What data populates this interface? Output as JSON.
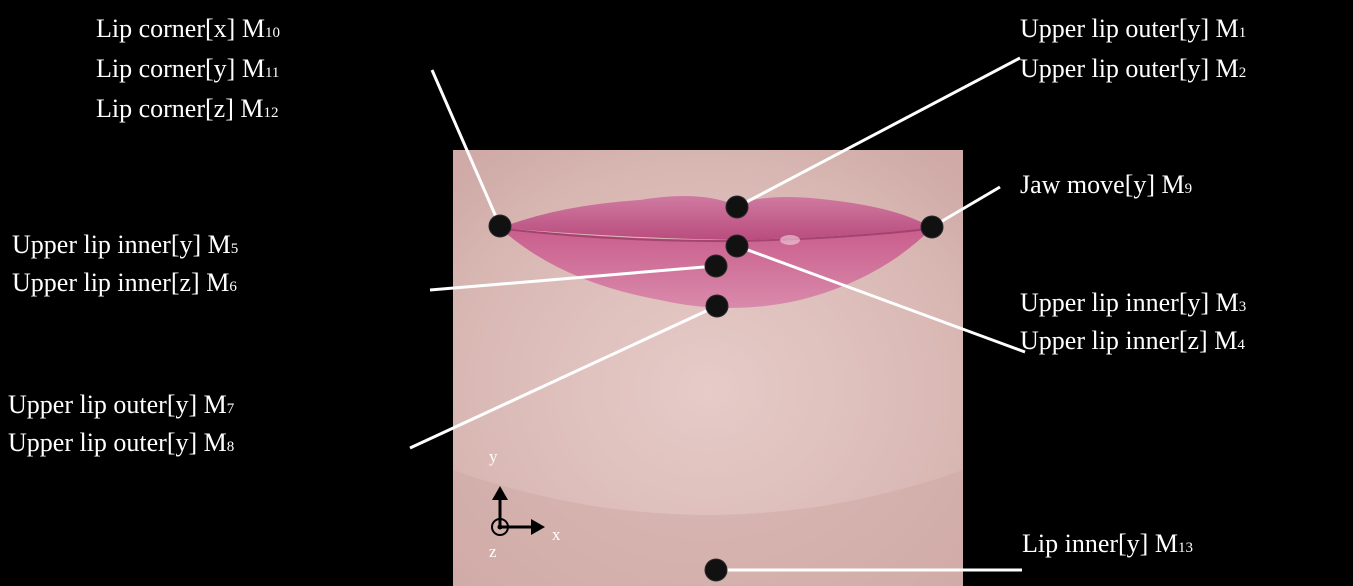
{
  "colors": {
    "background": "#000000",
    "label_text": "#ffffff",
    "marker": "#111111",
    "leader_line": "#ffffff",
    "skin": "#dbbab7",
    "lip": "#c85a8a"
  },
  "axes": {
    "y": "y",
    "x": "x",
    "z": "z"
  },
  "labels": {
    "lip_corner": [
      {
        "text": "Lip corner[x] M",
        "sub": "10"
      },
      {
        "text": "Lip corner[y] M",
        "sub": "11"
      },
      {
        "text": "Lip corner[z] M",
        "sub": "12"
      }
    ],
    "upper_lip_inner_left": [
      {
        "text": "Upper lip inner[y] M",
        "sub": "5"
      },
      {
        "text": "Upper lip inner[z] M",
        "sub": "6"
      }
    ],
    "upper_lip_outer_left": [
      {
        "text": "Upper lip outer[y] M",
        "sub": "7"
      },
      {
        "text": "Upper lip outer[y] M",
        "sub": "8"
      }
    ],
    "upper_lip_outer_right": [
      {
        "text": "Upper lip outer[y] M",
        "sub": "1"
      },
      {
        "text": "Upper lip outer[y] M",
        "sub": "2"
      }
    ],
    "jaw_move": [
      {
        "text": "Jaw move[y] M",
        "sub": "9"
      }
    ],
    "upper_lip_inner_right": [
      {
        "text": "Upper lip inner[y] M",
        "sub": "3"
      },
      {
        "text": "Upper lip inner[z] M",
        "sub": "4"
      }
    ],
    "lip_inner": [
      {
        "text": "Lip inner[y] M",
        "sub": "13"
      }
    ]
  }
}
